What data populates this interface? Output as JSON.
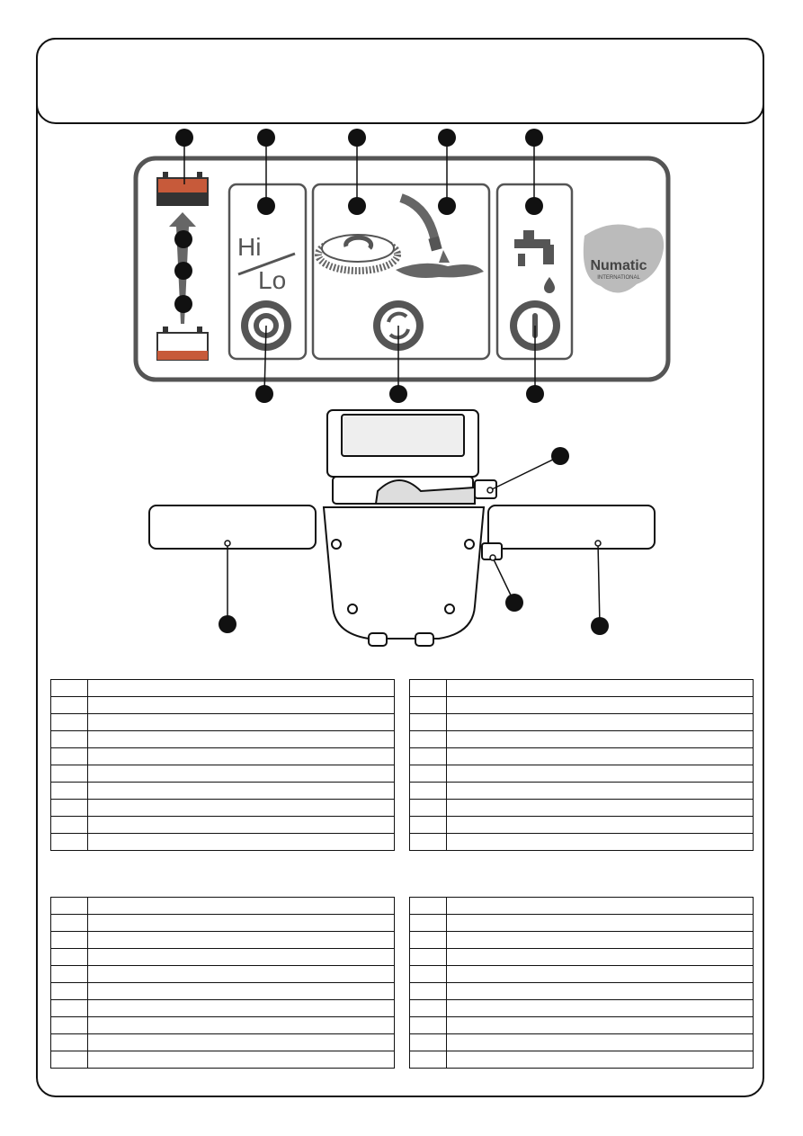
{
  "logo": {
    "brand": "Numatic",
    "sub": "INTERNATIONAL"
  },
  "panel": {
    "switch_labels": {
      "high": "Hi",
      "low": "Lo"
    }
  },
  "tables": {
    "rows_per_table": 10,
    "top_left": [],
    "top_right": [],
    "bottom_left": [],
    "bottom_right": []
  }
}
